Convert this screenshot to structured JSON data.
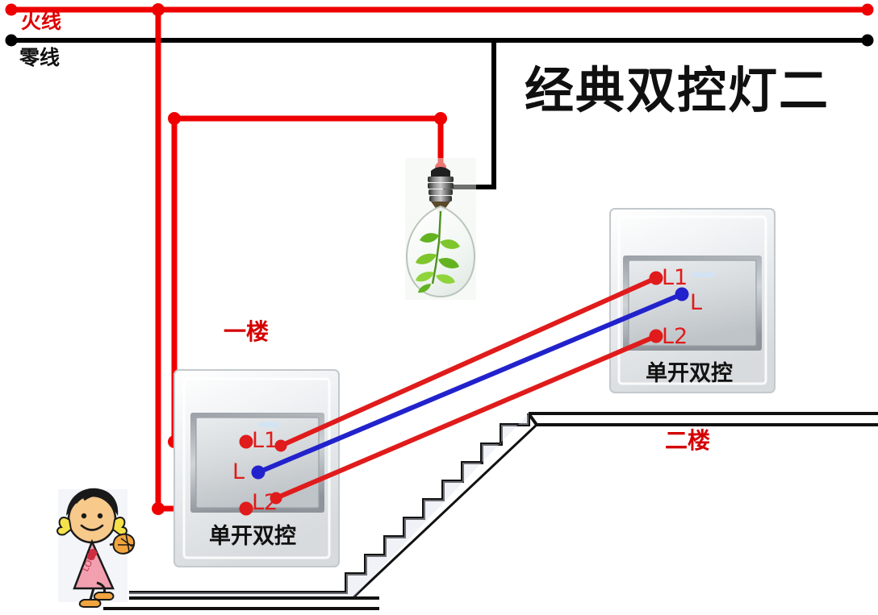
{
  "title": "经典双控灯二",
  "power": {
    "live_label": "火线",
    "neutral_label": "零线",
    "live_color": "#ee0000",
    "neutral_color": "#000000"
  },
  "floors": {
    "first_label": "一楼",
    "second_label": "二楼",
    "label_color": "#d40000"
  },
  "switches": [
    {
      "id": "switch-first-floor",
      "caption": "单开双控",
      "floor": "一楼",
      "terminals": [
        {
          "name": "L1",
          "color": "#e01b1b"
        },
        {
          "name": "L",
          "color": "#e01b1b"
        },
        {
          "name": "L2",
          "color": "#e01b1b"
        }
      ],
      "dot_colors": {
        "L1": "#e01b1b",
        "L": "#2222cc",
        "L2": "#e01b1b"
      }
    },
    {
      "id": "switch-second-floor",
      "caption": "单开双控",
      "floor": "二楼",
      "terminals": [
        {
          "name": "L1",
          "color": "#e01b1b"
        },
        {
          "name": "L",
          "color": "#e01b1b"
        },
        {
          "name": "L2",
          "color": "#e01b1b"
        }
      ],
      "dot_colors": {
        "L1": "#e01b1b",
        "L": "#2222cc",
        "L2": "#e01b1b"
      }
    }
  ],
  "lamp": {
    "name": "lamp-bulb",
    "live_wire_color": "#ee0000",
    "neutral_wire_color": "#000000"
  },
  "wires": {
    "live_color": "#ee0000",
    "neutral_color": "#000000",
    "traveler_color": "#e01b1b",
    "common_color": "#2222cc"
  },
  "figure": {
    "name": "girl-cartoon",
    "dress_color": "#f2a0b0",
    "skin_color": "#f7c98b",
    "heart_color": "#d42b3c"
  },
  "stairs": {
    "step_count": 10,
    "line_color": "#111111"
  }
}
